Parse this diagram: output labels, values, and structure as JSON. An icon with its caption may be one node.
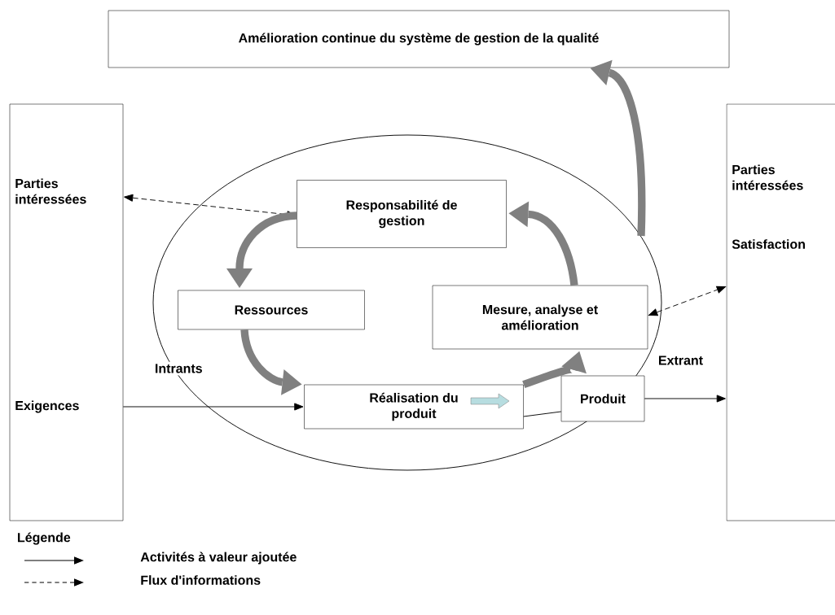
{
  "diagram": {
    "nodes": [
      {
        "text": [
          "Amélioration continue du système de gestion de la qualité"
        ]
      },
      {
        "text": [
          "Parties intéressées",
          "Exigences"
        ]
      },
      {
        "text": [
          "Parties intéressées",
          "Satisfaction"
        ]
      },
      {
        "text": [
          "Responsabilité de gestion"
        ]
      },
      {
        "text": [
          "Ressources"
        ]
      },
      {
        "text": [
          "Mesure, analyse et amélioration"
        ]
      },
      {
        "text": [
          "Réalisation du produit"
        ]
      },
      {
        "text": [
          "Produit"
        ]
      }
    ],
    "edges": [
      {
        "from": 1,
        "to": 3,
        "arrow": "both",
        "style": "dashed"
      },
      {
        "from": 5,
        "to": 2,
        "arrow": "both",
        "style": "dashed"
      },
      {
        "from": 1,
        "to": 6,
        "arrow": "to"
      },
      {
        "from": 7,
        "to": 2,
        "arrow": "to"
      },
      {
        "from": 6,
        "to": 7,
        "arrow": "none"
      },
      {
        "from": 3,
        "to": 4,
        "arrow": "to",
        "style": "thick",
        "color": "#808080"
      },
      {
        "from": 4,
        "to": 6,
        "arrow": "to",
        "style": "thick",
        "color": "#808080"
      },
      {
        "from": 6,
        "to": 5,
        "arrow": "to",
        "style": "thick",
        "color": "#808080"
      },
      {
        "from": 5,
        "to": 3,
        "arrow": "to",
        "style": "thick",
        "color": "#808080"
      },
      {
        "from": null,
        "to": 0,
        "arrow": "to",
        "style": "thick",
        "color": "#808080"
      }
    ],
    "labels": [
      "Intrants",
      "Extrant",
      "Légende"
    ],
    "legend": [
      {
        "text": "Activités à valeur ajoutée"
      },
      {
        "text": "Flux d'informations"
      }
    ]
  }
}
